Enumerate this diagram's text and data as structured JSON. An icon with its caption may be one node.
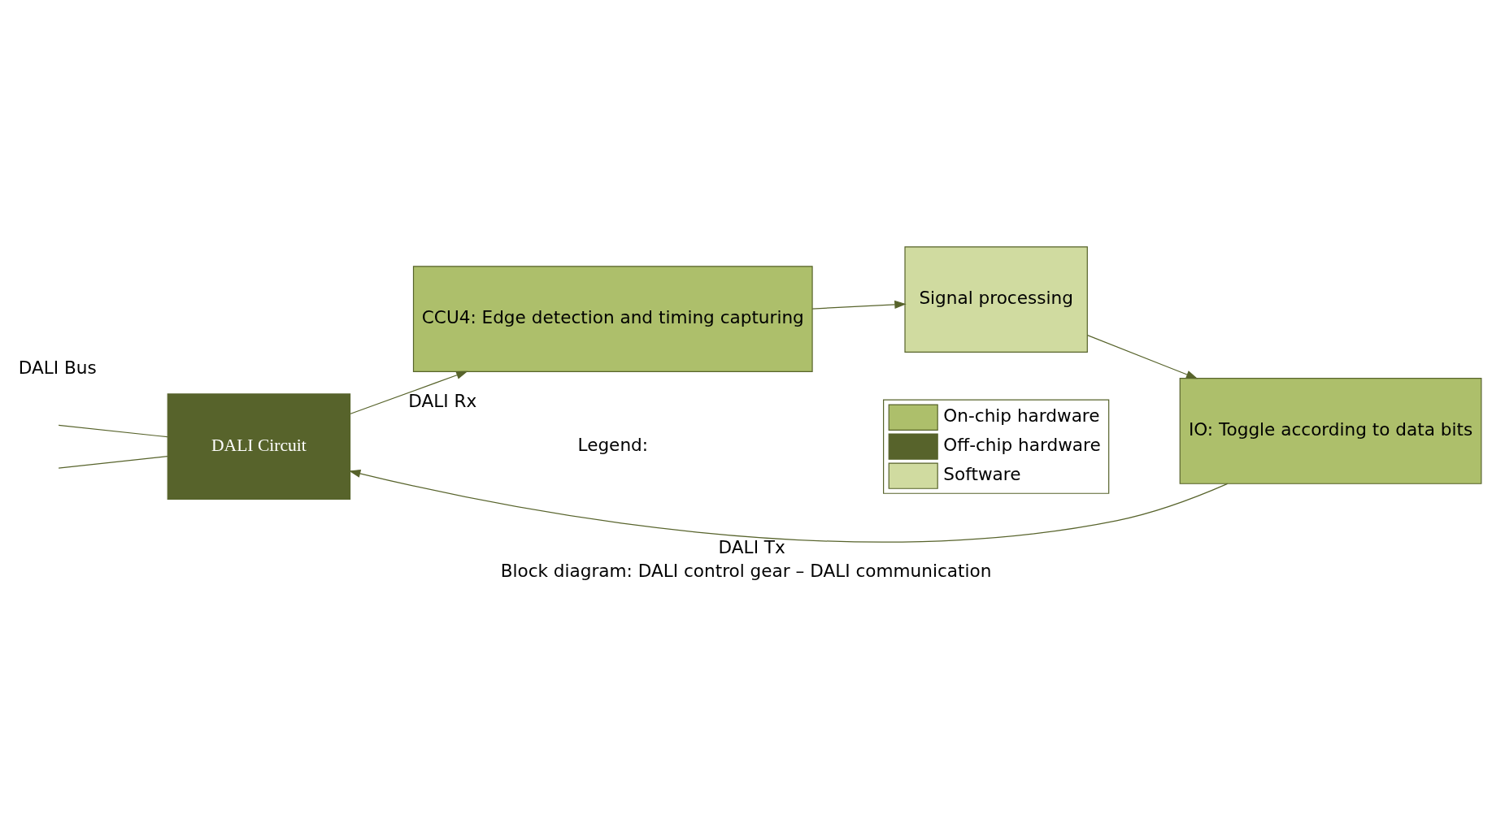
{
  "diagram": {
    "caption": "Block diagram: DALI control gear – DALI communication",
    "nodes": [
      {
        "text": [
          "DALI Circuit"
        ]
      },
      {
        "text": [
          "CCU4: Edge detection and timing capturing"
        ]
      },
      {
        "text": [
          "IO: Toggle according to data bits"
        ]
      },
      {
        "text": [
          "Signal processing"
        ]
      }
    ],
    "edges": [
      {
        "from": null,
        "to": 0,
        "arrow": "none"
      },
      {
        "from": null,
        "to": 0,
        "arrow": "none"
      },
      {
        "from": 0,
        "to": 1,
        "arrow": "to",
        "label": "DALI Rx"
      },
      {
        "from": 1,
        "to": 3,
        "arrow": "to"
      },
      {
        "from": 3,
        "to": 2,
        "arrow": "to"
      },
      {
        "from": 2,
        "to": 0,
        "arrow": "to",
        "label": "DALI Tx"
      }
    ],
    "labels": [
      "DALI Bus",
      "Legend:"
    ],
    "legend": [
      {
        "text": "On-chip hardware",
        "color": "#adbf6b"
      },
      {
        "text": "Off-chip hardware",
        "color": "#57632b"
      },
      {
        "text": "Software",
        "color": "#d0dba0"
      }
    ]
  }
}
